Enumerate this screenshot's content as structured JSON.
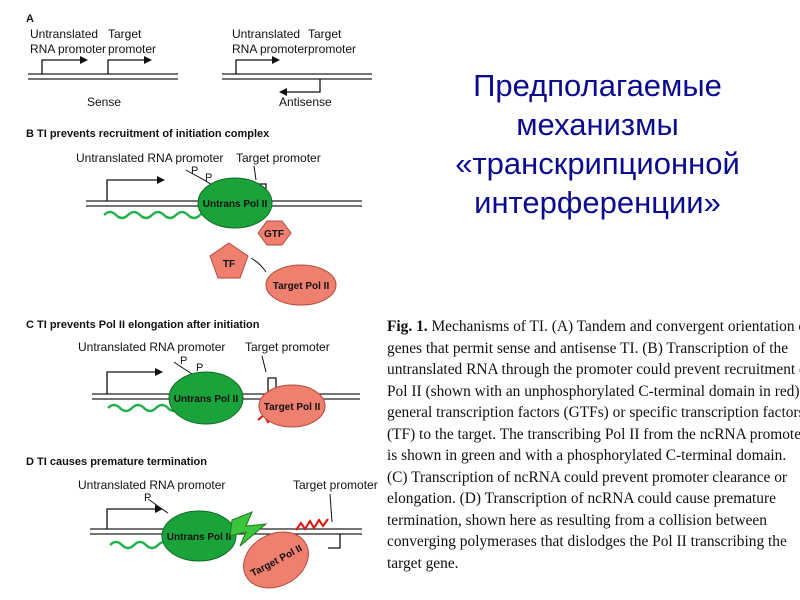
{
  "slide": {
    "title_lines": [
      "Предполагаемые",
      "механизмы",
      "«транскрипционной",
      "интерференции»"
    ]
  },
  "figure": {
    "panel_a": {
      "letter": "A",
      "sense": {
        "untranslated_line1": "Untranslated",
        "untranslated_line2": "RNA promoter",
        "target_line1": "Target",
        "target_line2": "promoter",
        "label": "Sense"
      },
      "antisense": {
        "untranslated_line1": "Untranslated",
        "untranslated_line2": "RNA promoter",
        "target_line1": "Target",
        "target_line2": "promoter",
        "label": "Antisense"
      }
    },
    "panel_b": {
      "title": "B  TI prevents recruitment of initiation complex",
      "untranslated_promoter": "Untranslated RNA promoter",
      "target_promoter": "Target promoter",
      "phospho": "P",
      "untrans_pol": "Untrans Pol II",
      "gtf": "GTF",
      "tf": "TF",
      "target_pol": "Target Pol II"
    },
    "panel_c": {
      "title": "C  TI prevents Pol II elongation after initiation",
      "untranslated_promoter": "Untranslated RNA promoter",
      "target_promoter": "Target promoter",
      "phospho": "P",
      "untrans_pol": "Untrans Pol II",
      "target_pol": "Target Pol II"
    },
    "panel_d": {
      "title": "D  TI causes premature termination",
      "untranslated_promoter": "Untranslated RNA promoter",
      "target_promoter": "Target promoter",
      "phospho": "P",
      "untrans_pol": "Untrans Pol II",
      "target_pol": "Target Pol II"
    },
    "colors": {
      "untrans_pol": "#1aa33a",
      "target_pol": "#ef8070",
      "nascent_rna_green": "#22b04a",
      "nascent_rna_red": "#e01010",
      "factor_fill": "#ef8070"
    }
  },
  "caption": {
    "heading": "Fig. 1.",
    "lines": [
      " Mechanisms of TI. (A) Tandem and convergent orientation of",
      "genes that permit sense and antisense TI. (B) Transcription of the",
      "untranslated RNA through the promoter could prevent recruitment of",
      "Pol II (shown with an unphosphorylated C-terminal domain in red),",
      "general transcription factors (GTFs) or specific transcription factors",
      "(TF) to the target. The transcribing Pol II from the ncRNA promoter",
      "is shown in green and with a phosphorylated C-terminal domain.",
      "(C) Transcription of ncRNA could prevent promoter clearance or",
      "elongation. (D) Transcription of ncRNA could cause premature",
      "termination, shown here as resulting from a collision between",
      "converging polymerases that dislodges the Pol II transcribing the",
      "target gene."
    ]
  }
}
